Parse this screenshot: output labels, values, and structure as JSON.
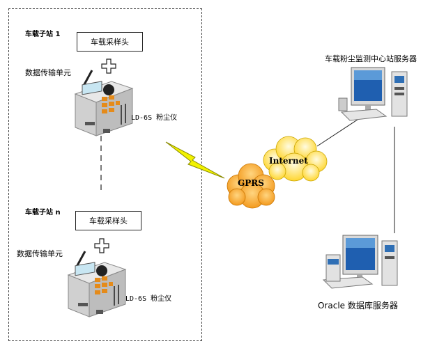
{
  "stations": [
    {
      "name": "车载子站 1",
      "sampler_label": "车载采样头",
      "transmission_label": "数据传输单元",
      "instrument_label": "LD-6S 粉尘仪"
    },
    {
      "name": "车载子站 n",
      "sampler_label": "车载采样头",
      "transmission_label": "数据传输单元",
      "instrument_label": "LD-6S 粉尘仪"
    }
  ],
  "network": {
    "gprs_label": "GPRS",
    "internet_label": "Internet"
  },
  "servers": {
    "center_label": "车载粉尘监测中心站服务器",
    "database_label": "Oracle 数据库服务器"
  },
  "colors": {
    "cloud_orange": "#f39a1e",
    "cloud_yellow": "#ffd630",
    "lightning": "#f2f200",
    "monitor_blue": "#2f6fb5"
  }
}
